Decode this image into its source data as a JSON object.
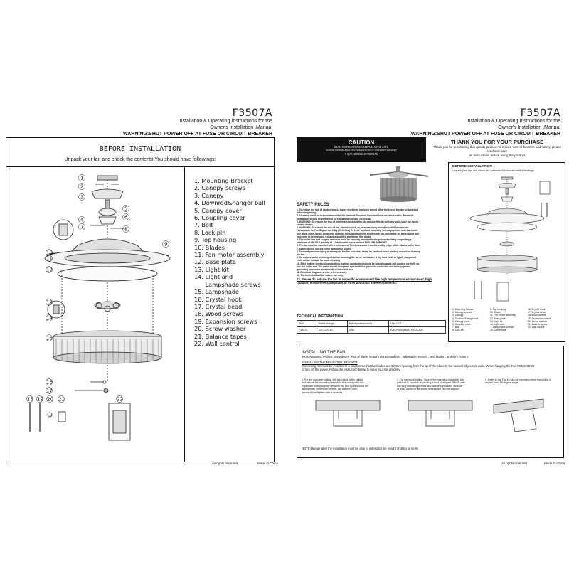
{
  "left_page": {
    "model": "F3507A",
    "header_line1": "Installation & Operating Instructions for the",
    "header_line2": "Owner's Installation ,Manual",
    "header_line3": "WARNING:SHUT POWER OFF AT FUSE OR CIRCUIT BREAKER",
    "before_title": "BEFORE INSTALLATION",
    "before_subtitle": "Unpack your fan and check the contents.You should have followings:",
    "parts": [
      "1. Mounting Bracket",
      "2. Canopy screws",
      "3. Canopy",
      "4. Downrod&hanger ball",
      "5. Canopy  cover",
      "6. Coupling cover",
      "7. Bolt",
      "8. Lock pin",
      "9. Top housing",
      "10. Blades",
      "11. Fan motor assembly",
      "12. Base plate",
      "13. Light kit",
      "14. Light and",
      "      Lampshade screws",
      "15. Lampshade",
      "16. Crystal hook",
      "17. Crystal bead",
      "18. Wood screws",
      "19. Expansion screws",
      "20. Screw washer",
      "21. Balance tapes",
      "22. Wall control"
    ],
    "footer_left": "All rights reserved",
    "footer_right": "Made in China"
  },
  "right_page": {
    "model": "F3507A",
    "header_line1": "Installation & Operating Instructions for the",
    "header_line2": "Owner's Installation ,Manual",
    "header_line3": "WARNING:SHUT POWER OFF AT FUSE OR CIRCUIT BREAKER",
    "caution_title": "CAUTION",
    "caution_text": [
      "READ INSTRUCTIONS CAREFULLY FOR SAFE",
      "INSTALLATION AND FAN OPERATION. IF UNSURE CONSULT",
      "A QUALIFIED ELECTRICIAN"
    ],
    "thanks_title": "THANK YOU FOR YOUR PURCHASE",
    "thanks_text": [
      "Thank you for purchasing this quality product.To ensure correct function and safety, please read and save",
      "all instructions before using the product"
    ],
    "safety_title": "SAFETY RULES",
    "safety_rules": [
      "1. To reduce the risk of electric shock, insure electricity has been turned off at the circuit breaker or fuse box",
      "   before beginning.",
      "2. All wiring must be in accordance with the National Electrical Code and local electrical codes. Electrical",
      "   installation should be performed by a qualified licensed electrician.",
      "3. WARNING: To reduce the risk of electrical shock and fire, do not use this fan with any solid-state fan speed",
      "   control device.",
      "4. WARNING: To reduce the risk of fire, electric shock, or personal injury,mount to outlet box marked",
      "   \"Acceptable for Fan Support of 45kg (99.12 lbs.) Or Less\" and use mounting screws provided with the outlet",
      "   box. Most outlet boxes commonly used for the support of light fixtures are not acceptable for fan support and",
      "   may need to be replaced. Consult a qualified electrician if in doubt.",
      "5. The outlet box and support structure must be securely mounted and capable of reliably supporting a",
      "   minimum of 45KGS. Use only UL Listed outlet boxes marked FOR FAN SUPPORT.",
      "6. The fan must be mounted with a minimum of 7 feet clearance from the trailing edge of the blades to the floor.",
      "7. Avoid placing objects in the path of the blades.",
      "8. To avoid personal injury or damage to the fan and other items, be cautious when working around or cleaning",
      "   the fan.",
      "9. Do not use water or detergents when cleaning the fan or fan blades.  A dry dust cloth or lightly dampened",
      "   cloth will be suitable for most cleaning.",
      "10. After making electrical connections, spliced conductors should be turned upward and pushed carefully up",
      "   into the outlet box. The wires should be spread apart with the grounded conductor and the equipment-",
      "   grounding conductor on one side of the outlet box.",
      "11. Electrical diagrams are for reference only.",
      "12. The fan is suitable for indoor use only."
    ],
    "safety_rule_13": "13. Please do not use the fan in a specific environment like high temperature environment, high",
    "safety_rule_13b": "    radiation environment,lampblack or other abnormal use environments.",
    "tech_title": "TECHNICAL INFORMATION",
    "tech_table": {
      "headers": [
        "SKU",
        "Rated Voltage",
        "Rated power(motor)",
        "Light CCT"
      ],
      "row": [
        "F3507A",
        "110-120V AC",
        "34W",
        "E26 3*25W(MAX) EXCLUDE"
      ]
    },
    "before_title": "BEFORE INSTALLATION",
    "before_subtitle": "Unpack your fan and check the contents.You should have followings:",
    "mini_parts": [
      "1. Mounting Bracket",
      "2. Canopy screws",
      "3. Canopy",
      "4. Downrod&hanger ball",
      "5. Canopy  cover",
      "6. Coupling cover",
      "7. Bolt",
      "8. Lock pin",
      "9. Top housing",
      "10. Blades",
      "11. Fan motor assembly",
      "12. Base plate",
      "13. Light kit",
      "14. Light and",
      "    Lampshade screws",
      "15. Lampshade",
      "16. Crystal hook",
      "17. Crystal bead",
      "18. Wood screws",
      "19. Expansion screws",
      "20. Screw washer",
      "21. Balance tapes",
      "22. Wall control"
    ],
    "install_title": "INSTALLING THE FAN",
    "install_tools": "Tools Required: Phillips screwdriver , Pair of pliers,  straight slot screwdriver , adjustable wrench , step ladder , and wire cutters.",
    "install_mount_heading": "INSTALLING THE MOUNTING BRACKET",
    "install_para": [
      "The ceiling fan must be installed in a location so that the blades are 300mm spacing from the tip of the blade to the nearest objects or walls. When hanging the Fan REMEMBER",
      " to turn off  the power. Follow the instruction below to hang your fan properly."
    ],
    "steps": [
      [
        "1. For the concrete ceiling, drill two holes in the ceiling",
        "and secure the mounting bracket to the ceiling with two",
        "expansion bolts(distance between the two holes should be",
        "appropriate) expansion screws, flat washers,nuts",
        "provided and tighten with a spanner."
      ],
      [
        "2. For the wood ceiling, Secure the mounting bracket to the",
        "joist that is capable of carrying a load of at least 45KGS with",
        "two long mounting screws and washers provided. Be sure",
        "at least 30mm of the screw is threaded into the support."
      ],
      [
        "3. Refer to the Fig. in right for mounting when the ceiling is",
        "angled max. 15 degree angle"
      ]
    ],
    "install_note": "NOTE:Hanger after the installation must be able to withstand the weight of 45kg or more.",
    "footer_left": "All rights reserved",
    "footer_right": "Made in China"
  },
  "callout_numbers": [
    "1",
    "2",
    "3",
    "4",
    "5",
    "6",
    "7",
    "8",
    "9",
    "10",
    "11",
    "12",
    "13",
    "14",
    "15",
    "16",
    "17",
    "18",
    "19",
    "20",
    "21",
    "22"
  ]
}
